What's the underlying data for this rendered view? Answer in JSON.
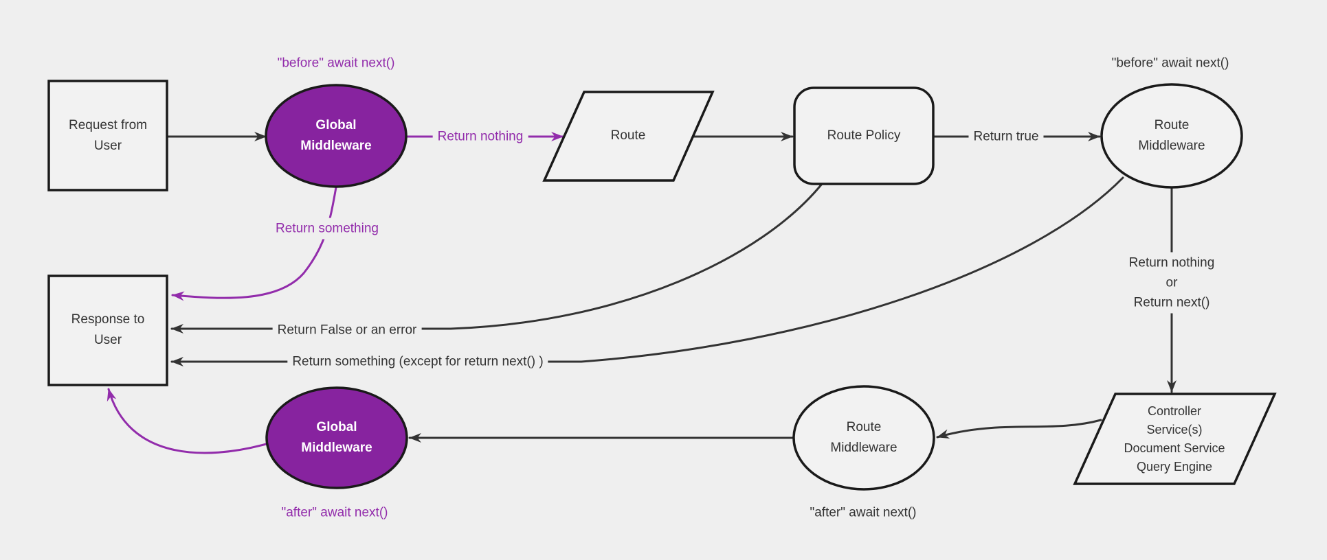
{
  "diagram": {
    "title": "Middleware request flow diagram",
    "background": "#efefef",
    "colors": {
      "node_fill": "#f2f2f2",
      "node_border": "#1a1a1a",
      "edge_line": "#333333",
      "text": "#333333",
      "purple_line": "#922cab",
      "purple_fill": "#87239f",
      "node_text_on_purple": "#ffffff"
    },
    "nodes": {
      "request": "Request from\nUser",
      "global_middleware_top": "Global\nMiddleware",
      "route": "Route",
      "route_policy": "Route Policy",
      "route_middleware_top": "Route\nMiddleware",
      "services": "Controller\nService(s)\nDocument Service\nQuery Engine",
      "route_middleware_bottom": "Route\nMiddleware",
      "global_middleware_bottom": "Global\nMiddleware",
      "response": "Response to\nUser"
    },
    "labels": {
      "before_await_global": "\"before\" await next()",
      "before_await_route": "\"before\" await next()",
      "return_nothing": "Return nothing",
      "return_true": "Return true",
      "return_nothing_or_next": "Return nothing\nor\nReturn next()",
      "return_false_or_error": "Return False or an error",
      "return_something_except": "Return something (except for return next() )",
      "return_something": "Return something",
      "after_await_route": "\"after\" await next()",
      "after_await_global": "\"after\" await next()"
    }
  }
}
